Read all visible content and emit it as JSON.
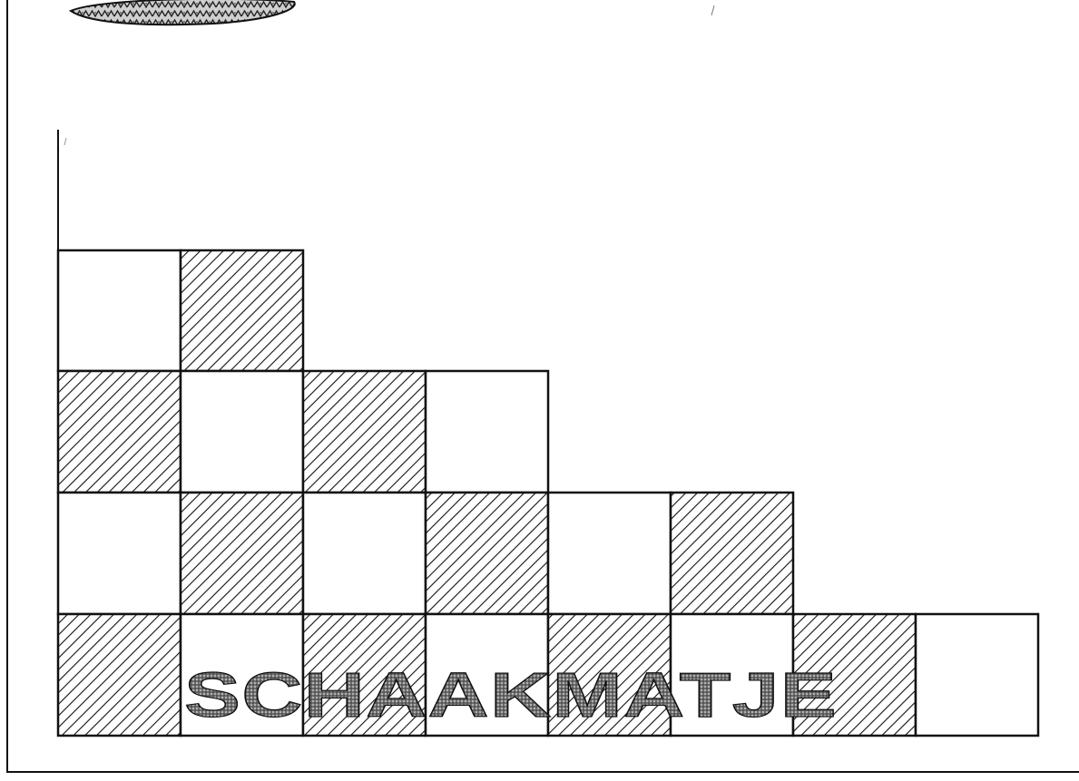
{
  "logo": {
    "title": "SCHAAKMATJE",
    "colors": {
      "ink": "#111111",
      "paper": "#ffffff",
      "hatch": "#111111"
    }
  },
  "board": {
    "rows": [
      [
        0,
        1
      ],
      [
        1,
        0,
        1,
        0
      ],
      [
        0,
        1,
        0,
        1,
        0,
        1
      ],
      [
        1,
        0,
        1,
        0,
        1,
        0,
        1,
        0
      ]
    ],
    "shade_legend": {
      "0": "white",
      "1": "hatched"
    }
  },
  "decoration": {
    "top_ornament": "patterned-oval-icon"
  }
}
